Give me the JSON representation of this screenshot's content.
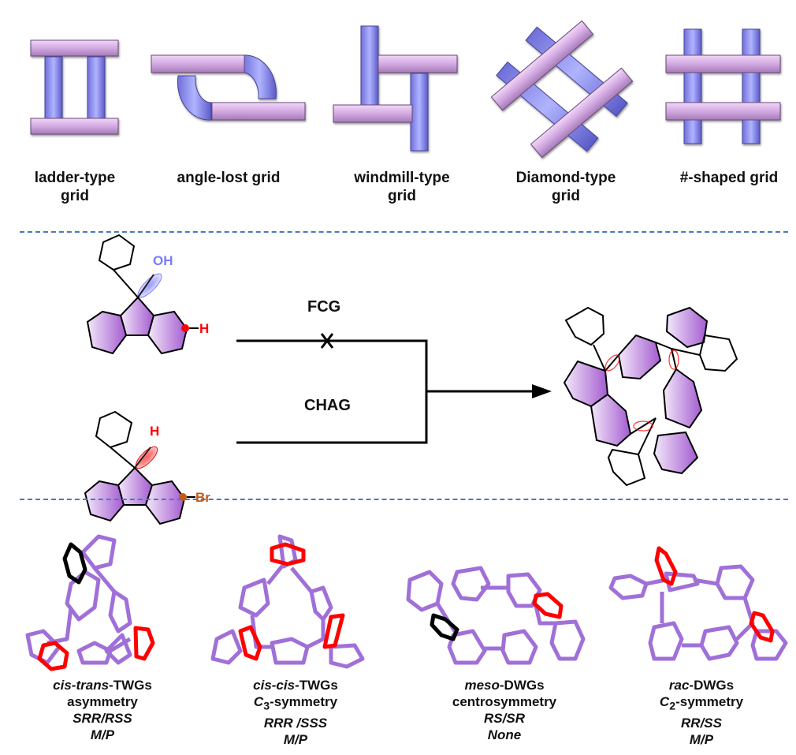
{
  "figure": {
    "grid_types": [
      {
        "id": "ladder",
        "line1": "ladder-type",
        "line2": "grid"
      },
      {
        "id": "angle-lost",
        "line1": "angle-lost grid",
        "line2": ""
      },
      {
        "id": "windmill",
        "line1": "windmill-type",
        "line2": "grid"
      },
      {
        "id": "diamond",
        "line1": "Diamond-type",
        "line2": "grid"
      },
      {
        "id": "hash",
        "line1": "#-shaped grid",
        "line2": ""
      }
    ],
    "reaction": {
      "reactant_top_groups": {
        "oh": "OH",
        "h": "H"
      },
      "reactant_bottom_groups": {
        "h": "H",
        "br": "Br"
      },
      "route_top": "FCG",
      "route_top_status": "blocked",
      "route_bottom": "CHAG"
    },
    "isomers": [
      {
        "name_italic": "cis-trans",
        "name_rest": "-TWGs",
        "symmetry_italic": "",
        "symmetry_sub": "",
        "symmetry_rest": "asymmetry",
        "config": "SRR/RSS",
        "helicity": "M/P"
      },
      {
        "name_italic": "cis-cis",
        "name_rest": "-TWGs",
        "symmetry_italic": "C",
        "symmetry_sub": "3",
        "symmetry_rest": "-symmetry",
        "config": "RRR /SSS",
        "helicity": "M/P"
      },
      {
        "name_italic": "meso",
        "name_rest": "-DWGs",
        "symmetry_italic": "",
        "symmetry_sub": "",
        "symmetry_rest": "centrosymmetry",
        "config": "RS/SR",
        "helicity": "None"
      },
      {
        "name_italic": "rac",
        "name_rest": "-DWGs",
        "symmetry_italic": "C",
        "symmetry_sub": "2",
        "symmetry_rest": "-symmetry",
        "config": "RR/SS",
        "helicity": "M/P"
      }
    ],
    "colors": {
      "bar_pink": "#c9a0dc",
      "bar_blue": "#8080e0",
      "ring_fill": "#a766d4",
      "highlight_red": "#ff0000",
      "highlight_blue": "#7b7bff",
      "bromine": "#c55a11",
      "divider": "#4a78c4",
      "stick_purple": "#a070d8"
    }
  }
}
